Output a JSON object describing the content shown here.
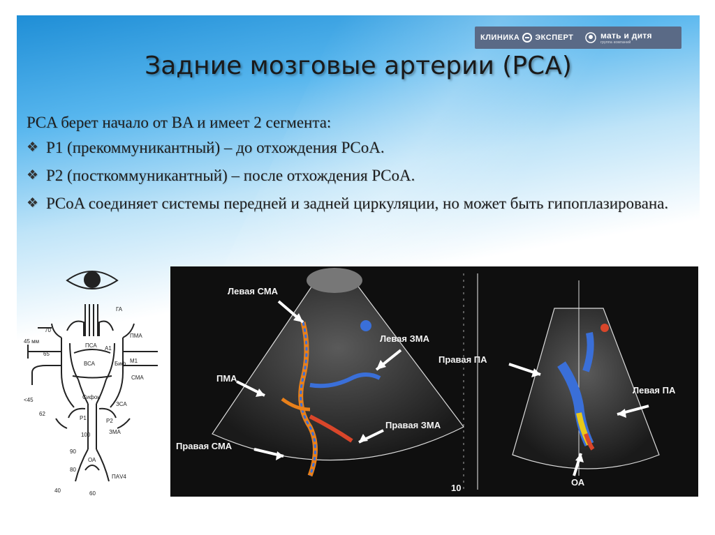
{
  "title": "Задние мозговые артерии (PCA)",
  "logos": {
    "left": "КЛИНИКА ЭКСПЕРТ",
    "right": "мать и дитя",
    "right_sub": "группа компаний"
  },
  "intro": "PCA берет начало от  BA и имеет 2 сегмента:",
  "bullets": [
    "P1 (прекоммуникантный) – до отхождения PCoA.",
    "P2 (посткоммуникантный) – после отхождения PCoA.",
    "PCoA соединяет системы передней и задней циркуляции, но может быть гипоплазирована."
  ],
  "diagram_labels": {
    "ga": "ГА",
    "pma": "ПМА",
    "psa": "ПСА",
    "a1": "А1",
    "vsa": "ВСА",
    "bif": "Биф",
    "m1": "М1",
    "sma": "СМА",
    "sifon": "Сифон",
    "zsa": "ЗСА",
    "zma": "ЗМА",
    "oa": "ОА",
    "pav4": "ПАV4",
    "p1": "P1",
    "p2": "P2",
    "mm45": "45 мм",
    "lt45": "<45",
    "n70": "70",
    "n65": "65",
    "n62": "62",
    "n100": "100",
    "n90": "90",
    "n80": "80",
    "n40": "40",
    "n60": "60"
  },
  "ultrasound_labels": {
    "left_sma": "Левая СМА",
    "left_zma": "Левая ЗМА",
    "pma": "ПМА",
    "right_zma": "Правая ЗМА",
    "right_sma": "Правая СМА",
    "right_pa": "Правая ПА",
    "left_pa": "Левая ПА",
    "oa": "ОА",
    "scale": "10"
  },
  "colors": {
    "title_bg_top": "#1f8ed6",
    "logo_bg": "#5a6a86",
    "text": "#1d1d1d"
  }
}
